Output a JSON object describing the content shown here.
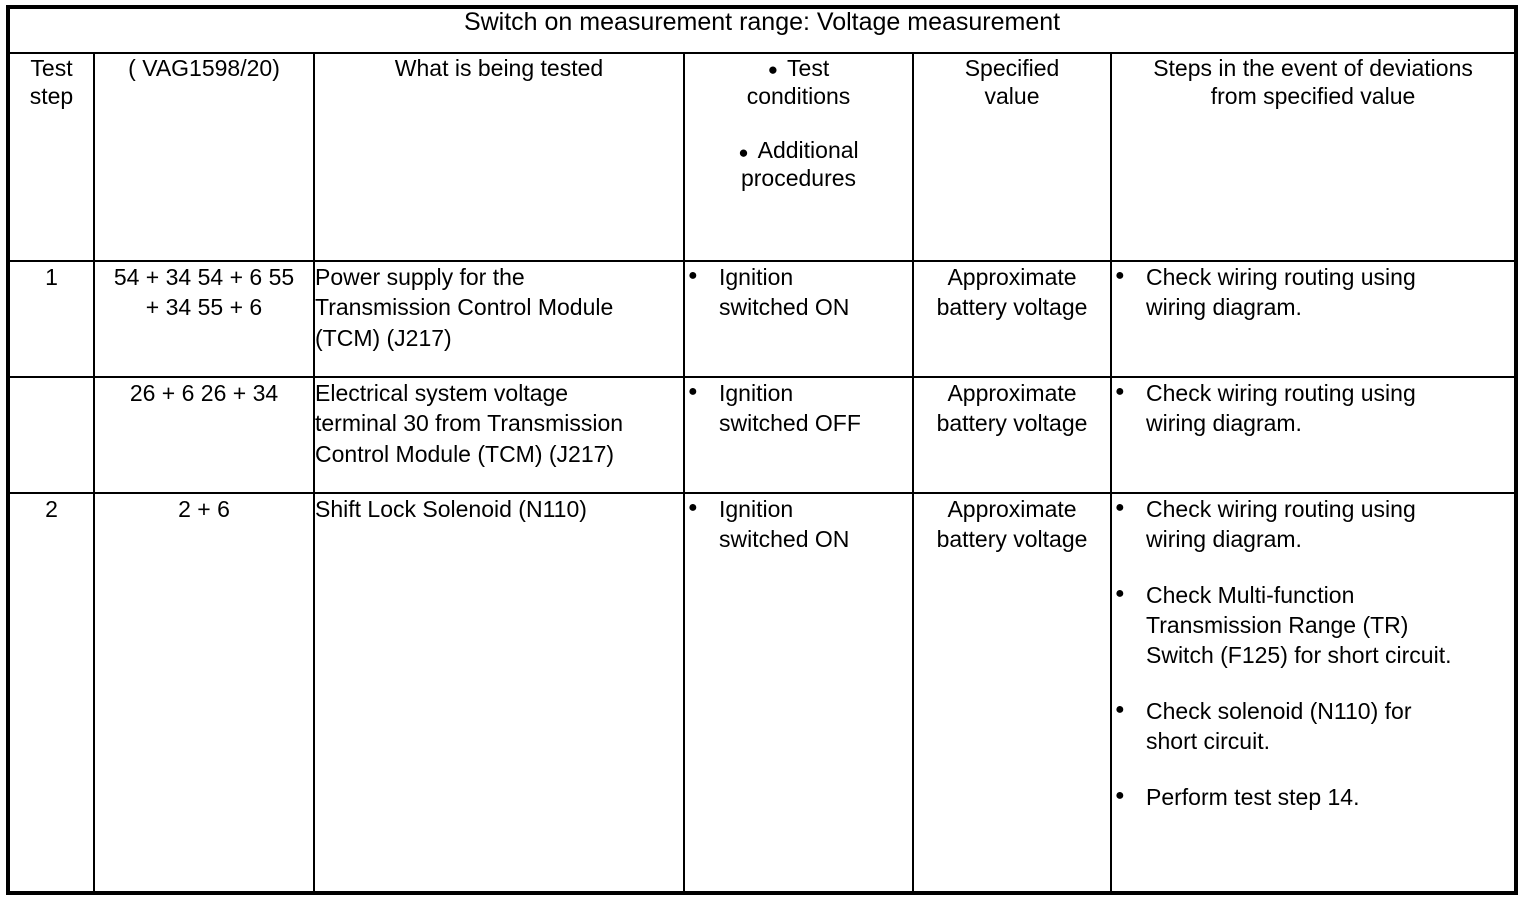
{
  "document": {
    "title": "Switch on measurement range: Voltage measurement"
  },
  "table": {
    "headers": {
      "test_step": "Test\nstep",
      "test_step_line1": "Test",
      "test_step_line2": "step",
      "tool": "( VAG1598/20)",
      "what_tested": "What is being tested",
      "conditions_line1": "Test",
      "conditions_line2": "conditions",
      "conditions_line3": "Additional",
      "conditions_line4": "procedures",
      "specified_value_line1": "Specified",
      "specified_value_line2": "value",
      "steps_line1": "Steps in the event of deviations",
      "steps_line2": "from specified value"
    },
    "bullet_glyph": "●",
    "rows": [
      {
        "test_step": "1",
        "pins_line1": "54 + 34 54 + 6 55",
        "pins_line2": "+ 34 55 + 6",
        "what_tested_line1": "Power supply for the",
        "what_tested_line2": "Transmission Control Module",
        "what_tested_line3": "(TCM) (J217)",
        "conditions": [
          {
            "line1": "Ignition",
            "line2": "switched ON"
          }
        ],
        "specified_value_line1": "Approximate",
        "specified_value_line2": "battery voltage",
        "deviation_steps": [
          {
            "line1": "Check wiring routing using",
            "line2": "wiring diagram."
          }
        ]
      },
      {
        "test_step": "",
        "pins_line1": "26 + 6 26 + 34",
        "pins_line2": "",
        "what_tested_line1": "Electrical system voltage",
        "what_tested_line2": "terminal 30 from Transmission",
        "what_tested_line3": "Control Module (TCM) (J217)",
        "conditions": [
          {
            "line1": "Ignition",
            "line2": "switched OFF"
          }
        ],
        "specified_value_line1": "Approximate",
        "specified_value_line2": "battery voltage",
        "deviation_steps": [
          {
            "line1": "Check wiring routing using",
            "line2": "wiring diagram."
          }
        ]
      },
      {
        "test_step": "2",
        "pins_line1": "2 + 6",
        "pins_line2": "",
        "what_tested_line1": "Shift Lock Solenoid (N110)",
        "what_tested_line2": "",
        "what_tested_line3": "",
        "conditions": [
          {
            "line1": "Ignition",
            "line2": "switched ON"
          }
        ],
        "specified_value_line1": "Approximate",
        "specified_value_line2": "battery voltage",
        "deviation_steps": [
          {
            "line1": "Check wiring routing using",
            "line2": "wiring diagram."
          },
          {
            "line1": "Check Multi-function",
            "line2": "Transmission Range (TR)",
            "line3": "Switch (F125) for short circuit."
          },
          {
            "line1": "Check solenoid (N110) for",
            "line2": "short circuit."
          },
          {
            "line1": "Perform test step 14.",
            "line2": ""
          }
        ]
      }
    ]
  },
  "colors": {
    "border": "#000000",
    "text": "#000000",
    "background": "#ffffff"
  }
}
